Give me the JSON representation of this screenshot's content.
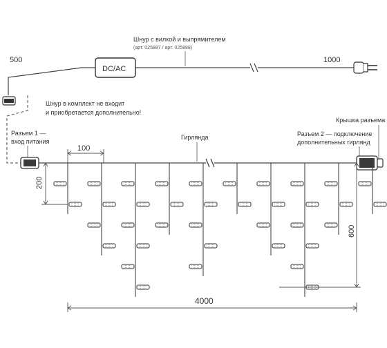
{
  "power_cord": {
    "title": "Шнур с вилкой и выпрямителем",
    "article": "(арт. 025887 / арт. 025888)",
    "converter_label": "DC/AC",
    "length_left": "500",
    "length_right": "1000"
  },
  "notes": {
    "cord_line1": "Шнур в комплект не входит",
    "cord_line2": "и приобретается дополнительно!",
    "connector1_line1": "Разъем 1 —",
    "connector1_line2": "вход питания",
    "garland": "Гирлянда",
    "connector2_line1": "Разъем 2 — подключение",
    "connector2_line2": "дополнительных гирлянд",
    "cap": "Крышка разъема"
  },
  "dimensions": {
    "spacing": "100",
    "top_drop": "200",
    "max_drop": "600",
    "total_length": "4000"
  },
  "colors": {
    "line": "#444444",
    "dash": "#666666",
    "connector": "#3a3a3a"
  },
  "strands": [
    {
      "lamps": 2
    },
    {
      "lamps": 4
    },
    {
      "lamps": 6
    },
    {
      "lamps": 3
    },
    {
      "lamps": 5
    },
    {
      "lamps": 2
    },
    {
      "lamps": 4
    },
    {
      "lamps": 6
    },
    {
      "lamps": 3
    },
    {
      "lamps": 2
    }
  ]
}
